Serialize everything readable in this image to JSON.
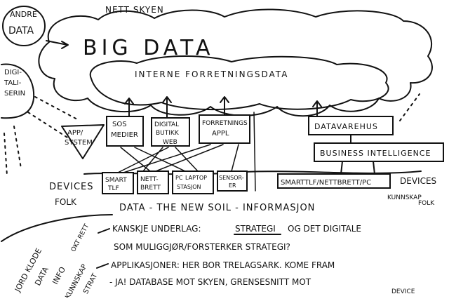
{
  "labels": {
    "andre_data": [
      "ANDRE",
      "DATA"
    ],
    "nett_skyen": "NETT SKYEN",
    "big_data": "BIG DATA",
    "interne": "INTERNE FORRETNINGSDATA",
    "digitalisering": [
      "DIGI-",
      "TALI-",
      "SERIN"
    ],
    "app_system": [
      "APP/",
      "SYSTEM"
    ],
    "sos_medier": [
      "SOS",
      "MEDIER"
    ],
    "digital_butikk": [
      "DIGITAL",
      "BUTIKK",
      "WEB"
    ],
    "forretnings_appl": [
      "FORRETNINGS",
      "APPL"
    ],
    "datavarehus": "DATAVAREHUS",
    "business_intelligence": "BUSINESS INTELLIGENCE",
    "devices_left": "DEVICES",
    "folk_left": "FOLK",
    "smarttlf": [
      "SMART",
      "TLF"
    ],
    "nettbrett": [
      "NETT-",
      "BRETT"
    ],
    "pc": [
      "PC",
      "LAPTOP",
      "STASJON"
    ],
    "sensorer": [
      "SENSOR-",
      "ER"
    ],
    "right_bar": "SMARTTLF/NETTBRETT/PC",
    "devices_right": "DEVICES",
    "kunnskap_folk": [
      "KUNNSKAP",
      "FOLK"
    ],
    "data_soil": "DATA - THE NEW SOIL - INFORMASJON",
    "jord_klode": [
      "JORD KLODE",
      "DATA",
      "INFO",
      "KUNNSKAP",
      "STRAT"
    ],
    "okt_rett": "OKT RETT",
    "line1_pre": "KANSKJE UNDERLAG:",
    "line1_strategi": "STRATEGI",
    "line1_post": "OG DET DIGITALE",
    "line2": "SOM MULIGGJØR/FORSTERKER STRATEGI?",
    "line3": "APPLIKASJONER: HER BOR TRELAGSARK. KOME FRAM",
    "line4": "- JA! DATABASE MOT SKYEN, GRENSESNITT MOT",
    "line4_device": "DEVICE"
  }
}
